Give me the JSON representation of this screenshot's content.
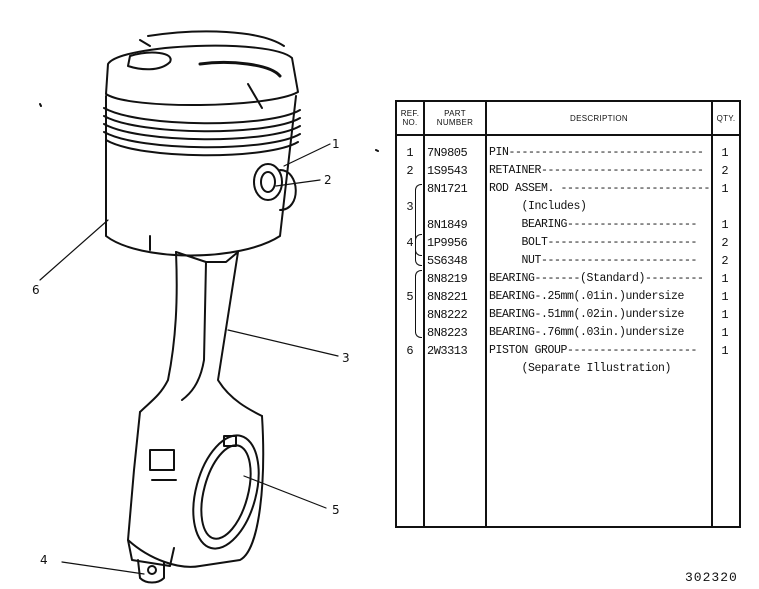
{
  "callouts": [
    "1",
    "2",
    "3",
    "4",
    "5",
    "6"
  ],
  "table": {
    "headers": {
      "ref": "REF. NO.",
      "part": "PART NUMBER",
      "description": "DESCRIPTION",
      "qty": "QTY."
    },
    "rows": [
      {
        "ref": "1",
        "part": "7N9805",
        "description": "PIN------------------------------",
        "qty": "1"
      },
      {
        "ref": "2",
        "part": "1S9543",
        "description": "RETAINER-------------------------",
        "qty": "2"
      },
      {
        "ref": "",
        "part": "8N1721",
        "description": "ROD ASSEM. -----------------------",
        "qty": "1"
      },
      {
        "ref": "3",
        "part": "",
        "description": "     (Includes)",
        "qty": ""
      },
      {
        "ref": "",
        "part": "8N1849",
        "description": "     BEARING--------------------",
        "qty": "1"
      },
      {
        "ref": "4",
        "part": "1P9956",
        "description": "     BOLT-----------------------",
        "qty": "2"
      },
      {
        "ref": "",
        "part": "5S6348",
        "description": "     NUT------------------------",
        "qty": "2"
      },
      {
        "ref": "",
        "part": "8N8219",
        "description": "BEARING-------(Standard)---------",
        "qty": "1"
      },
      {
        "ref": "5",
        "part": "8N8221",
        "description": "BEARING-.25mm(.01in.)undersize",
        "qty": "1"
      },
      {
        "ref": "",
        "part": "8N8222",
        "description": "BEARING-.51mm(.02in.)undersize",
        "qty": "1"
      },
      {
        "ref": "",
        "part": "8N8223",
        "description": "BEARING-.76mm(.03in.)undersize",
        "qty": "1"
      },
      {
        "ref": "6",
        "part": "2W3313",
        "description": "PISTON GROUP--------------------",
        "qty": "1"
      },
      {
        "ref": "",
        "part": "",
        "description": "     (Separate Illustration)",
        "qty": ""
      }
    ]
  },
  "figure_number": "302320"
}
